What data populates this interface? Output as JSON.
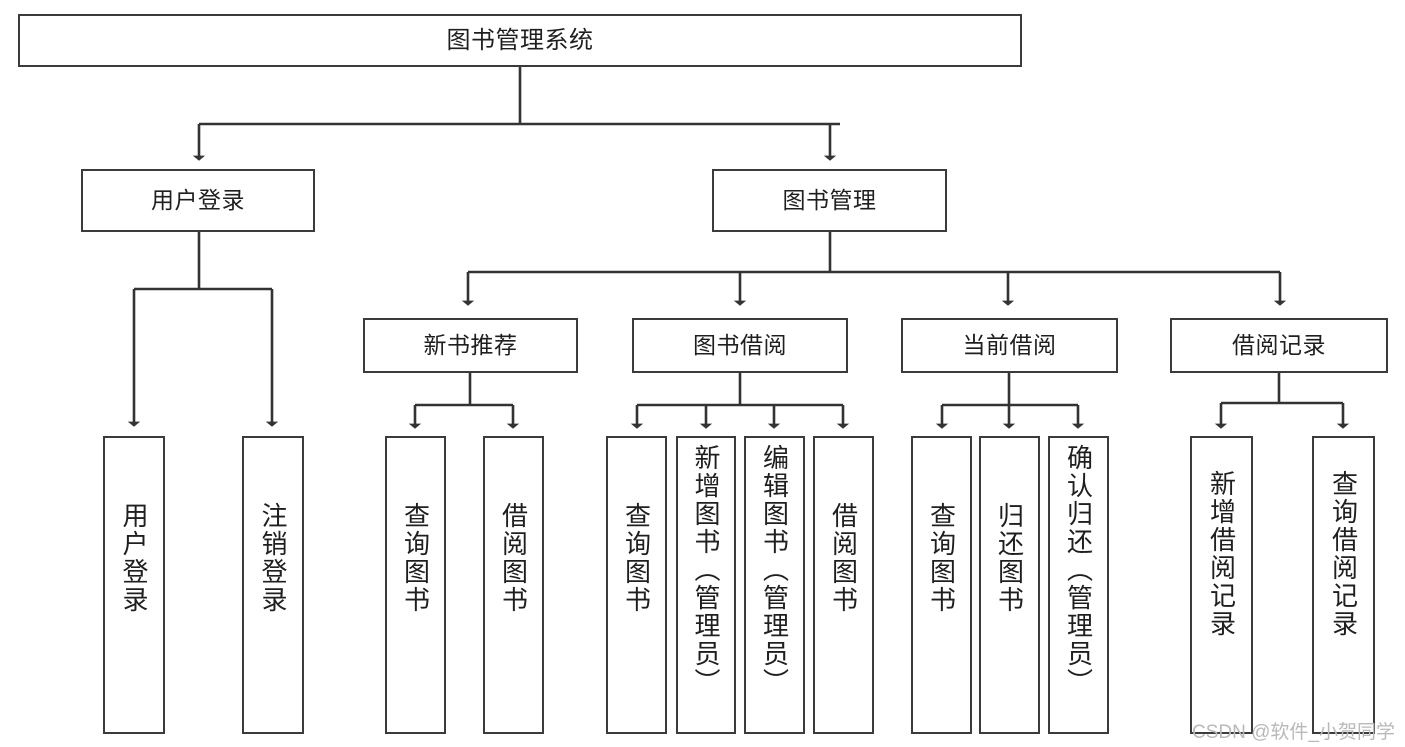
{
  "diagram": {
    "title": "图书管理系统",
    "type": "functional-hierarchy-tree",
    "levels": 4,
    "colors": {
      "box_border": "#3b3b3b",
      "box_fill": "#ffffff",
      "connector": "#333333",
      "text": "#1f1f1f",
      "watermark": "#b9b9b9",
      "background": "#ffffff"
    }
  },
  "watermark": {
    "text": "CSDN @软件_小贺同学"
  },
  "nodes": {
    "root": {
      "label": "图书管理系统"
    },
    "level2": [
      {
        "id": "user-login",
        "label": "用户登录"
      },
      {
        "id": "book-management",
        "label": "图书管理"
      }
    ],
    "level3": [
      {
        "id": "new-book-recommend",
        "label": "新书推荐"
      },
      {
        "id": "book-borrow",
        "label": "图书借阅"
      },
      {
        "id": "current-borrow",
        "label": "当前借阅"
      },
      {
        "id": "borrow-record",
        "label": "借阅记录"
      }
    ],
    "leaves": {
      "user-login": [
        {
          "id": "user-login-leaf",
          "label": "用户登录"
        },
        {
          "id": "logout-leaf",
          "label": "注销登录"
        }
      ],
      "new-book-recommend": [
        {
          "id": "query-book-1",
          "label": "查询图书"
        },
        {
          "id": "borrow-book-1",
          "label": "借阅图书"
        }
      ],
      "book-borrow": [
        {
          "id": "query-book-2",
          "label": "查询图书"
        },
        {
          "id": "add-book",
          "label": "新增图书（管理员）"
        },
        {
          "id": "edit-book",
          "label": "编辑图书（管理员）"
        },
        {
          "id": "borrow-book-2",
          "label": "借阅图书"
        }
      ],
      "current-borrow": [
        {
          "id": "query-book-3",
          "label": "查询图书"
        },
        {
          "id": "return-book",
          "label": "归还图书"
        },
        {
          "id": "confirm-return",
          "label": "确认归还（管理员）"
        }
      ],
      "borrow-record": [
        {
          "id": "add-borrow-record",
          "label": "新增借阅记录"
        },
        {
          "id": "query-borrow-record",
          "label": "查询借阅记录"
        }
      ]
    }
  }
}
